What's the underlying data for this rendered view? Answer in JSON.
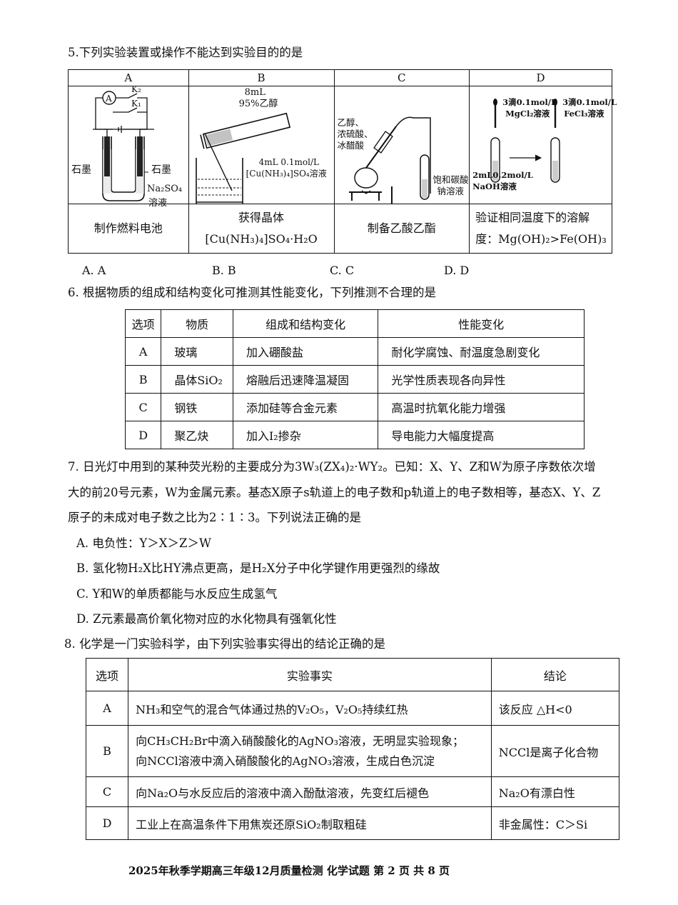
{
  "q5": {
    "stem": "5.下列实验装置或操作不能达到实验目的的是",
    "columns": [
      "A",
      "B",
      "C",
      "D"
    ],
    "figure_a": {
      "meter": "A",
      "k2": "K₂",
      "k1": "K₁",
      "left_electrode": "石墨",
      "right_electrode": "石墨",
      "solution": "Na₂SO₄",
      "solution2": "溶液"
    },
    "figure_b": {
      "top1": "8mL",
      "top2": "95%乙醇",
      "side1": "4mL 0.1mol/L",
      "side2": "[Cu(NH₃)₄]SO₄溶液"
    },
    "figure_c": {
      "l1": "乙醇、",
      "l2": "浓硫酸、",
      "l3": "冰醋酸",
      "r1": "饱和碳酸",
      "r2": "钠溶液"
    },
    "figure_d": {
      "a1": "3滴0.1mol/L",
      "a2": "MgCl₂溶液",
      "b1": "3滴0.1mol/L",
      "b2": "FeCl₃溶液",
      "c1": "2mL0.2mol/L",
      "c2": "NaOH溶液"
    },
    "captions": {
      "a": "制作燃料电池",
      "b1": "获得晶体",
      "b2": "[Cu(NH₃)₄]SO₄·H₂O",
      "c": "制备乙酸乙酯",
      "d1": "验证相同温度下的溶解",
      "d2": "度：Mg(OH)₂>Fe(OH)₃"
    },
    "options": [
      "A. A",
      "B. B",
      "C. C",
      "D. D"
    ]
  },
  "q6": {
    "stem": "6. 根据物质的组成和结构变化可推测其性能变化，下列推测不合理的是",
    "headers": [
      "选项",
      "物质",
      "组成和结构变化",
      "性能变化"
    ],
    "rows": [
      [
        "A",
        "玻璃",
        "加入硼酸盐",
        "耐化学腐蚀、耐温度急剧变化"
      ],
      [
        "B",
        "晶体SiO₂",
        "熔融后迅速降温凝固",
        "光学性质表现各向异性"
      ],
      [
        "C",
        "钢铁",
        "添加硅等合金元素",
        "高温时抗氧化能力增强"
      ],
      [
        "D",
        "聚乙炔",
        "加入I₂掺杂",
        "导电能力大幅度提高"
      ]
    ]
  },
  "q7": {
    "line1": "7. 日光灯中用到的某种荧光粉的主要成分为3W₃(ZX₄)₂·WY₂。已知：X、Y、Z和W为原子序数依次增",
    "line2": "大的前20号元素，W为金属元素。基态X原子s轨道上的电子数和p轨道上的电子数相等，基态X、Y、Z",
    "line3": "原子的未成对电子数之比为2∶1∶3。下列说法正确的是",
    "options": [
      "A. 电负性：Y＞X＞Z＞W",
      "B. 氢化物H₂X比HY沸点更高，是H₂X分子中化学键作用更强烈的缘故",
      "C. Y和W的单质都能与水反应生成氢气",
      "D. Z元素最高价氧化物对应的水化物具有强氧化性"
    ]
  },
  "q8": {
    "stem": "8. 化学是一门实验科学，由下列实验事实得出的结论正确的是",
    "headers": [
      "选项",
      "实验事实",
      "结论"
    ],
    "rows": [
      {
        "opt": "A",
        "fact": [
          "NH₃和空气的混合气体通过热的V₂O₅，V₂O₅持续红热"
        ],
        "conclusion": "该反应 △H<0"
      },
      {
        "opt": "B",
        "fact": [
          "向CH₃CH₂Br中滴入硝酸酸化的AgNO₃溶液，无明显实验现象；",
          "向NCCl溶液中滴入硝酸酸化的AgNO₃溶液，生成白色沉淀"
        ],
        "conclusion": "NCCl是离子化合物"
      },
      {
        "opt": "C",
        "fact": [
          "向Na₂O与水反应后的溶液中滴入酚酞溶液，先变红后褪色"
        ],
        "conclusion": "Na₂O有漂白性"
      },
      {
        "opt": "D",
        "fact": [
          "工业上在高温条件下用焦炭还原SiO₂制取粗硅"
        ],
        "conclusion": "非金属性：C＞Si"
      }
    ]
  },
  "footer": "2025年秋季学期高三年级12月质量检测 化学试题  第 2 页 共 8 页"
}
